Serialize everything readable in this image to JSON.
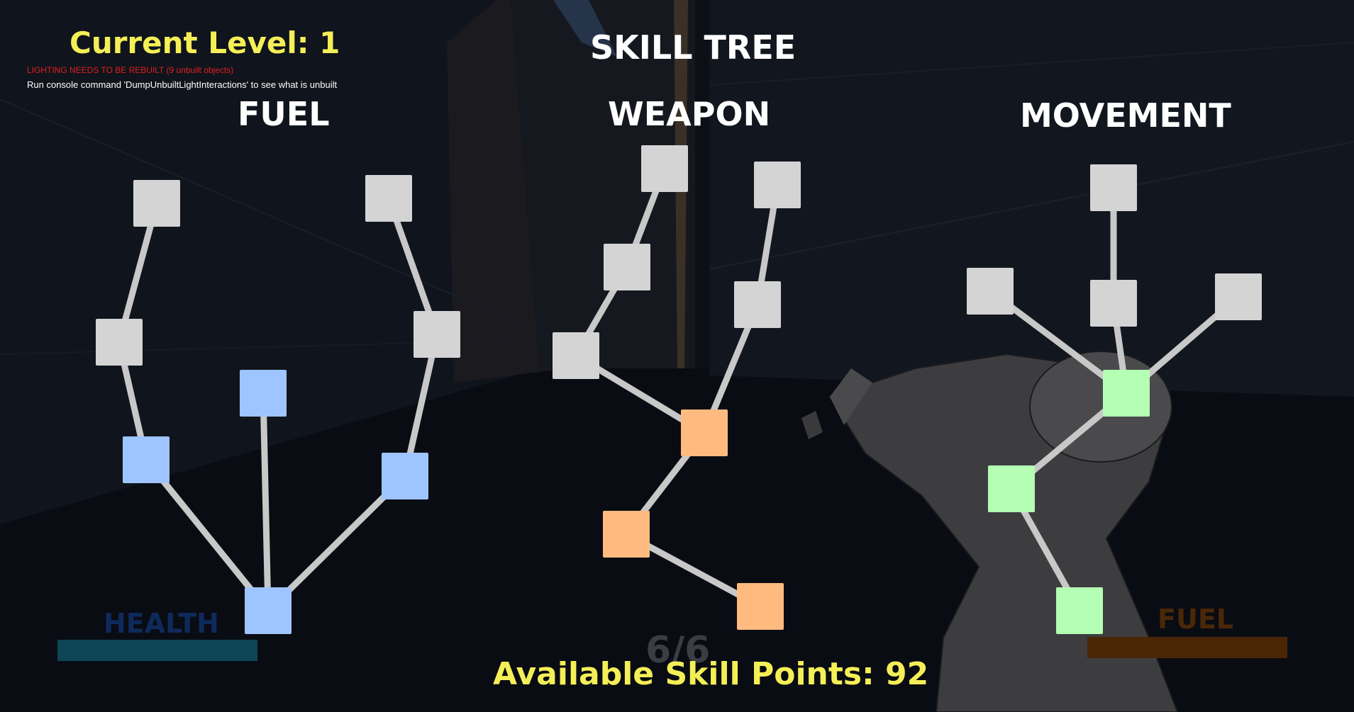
{
  "hud": {
    "current_level": "Current Level: 1",
    "lighting_warning": "LIGHTING NEEDS TO BE REBUILT (9 unbuilt objects)",
    "console_hint": "Run console command 'DumpUnbuiltLightInteractions' to see what is unbuilt",
    "health_label": "HEALTH",
    "fuel_label": "FUEL",
    "ammo_counter": "6/6",
    "available_points": "Available Skill Points: 92",
    "health_level": 1.0,
    "fuel_level": 1.0
  },
  "skill_tree": {
    "title": "SKILL TREE",
    "branches": [
      {
        "key": "fuel",
        "title": "FUEL",
        "unlocked_color": "#9ec5ff"
      },
      {
        "key": "weapon",
        "title": "WEAPON",
        "unlocked_color": "#ffbb7f"
      },
      {
        "key": "movement",
        "title": "MOVEMENT",
        "unlocked_color": "#b4ffb4"
      }
    ],
    "locked_color": "#d4d4d4",
    "link_color": "#c8c8c8"
  },
  "colors": {
    "level_text": "#f5ef57",
    "title_text": "#ffffff",
    "warning_text": "#e02020"
  }
}
